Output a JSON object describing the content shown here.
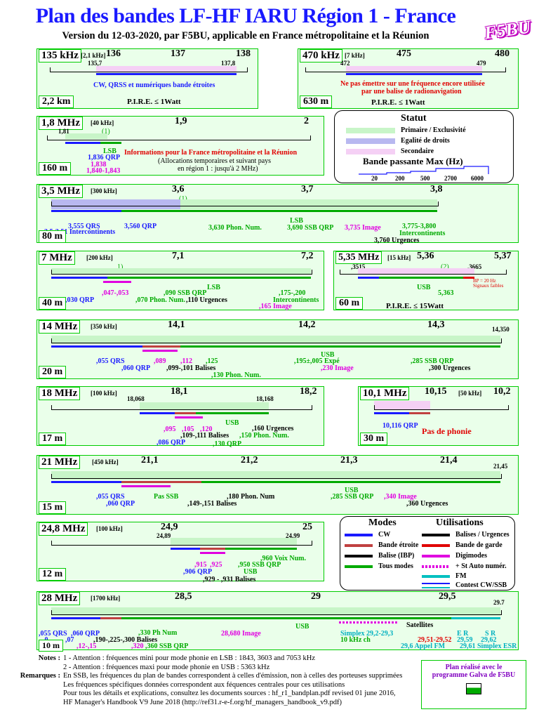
{
  "header": {
    "title": "Plan des bandes LF-HF IARU Région 1 - France",
    "subtitle": "Version du 12-03-2020, par F5BU, applicable en France métropolitaine et la Réunion",
    "logo": "F5BU"
  },
  "bands": {
    "b136": {
      "freq": "135 kHz",
      "span": "[2,1 kHz]",
      "ticks": [
        "136",
        "137",
        "138"
      ],
      "lo": "135,7",
      "hi": "137,8",
      "note": "CW, QRSS et numériques bande étroites",
      "pire": "P.I.R.E. ≤ 1Watt",
      "wl": "2,2 km"
    },
    "b472": {
      "freq": "470 kHz",
      "span": "[7 kHz]",
      "ticks": [
        "475",
        "480"
      ],
      "lo": "472",
      "hi": "479",
      "note1": "Ne pas émettre sur une fréquence encore utilisée",
      "note2": "par une balise de radionavigation",
      "pire": "P.I.R.E. ≤ 1Watt",
      "wl": "630 m"
    },
    "b160": {
      "freq": "1,8 MHz",
      "span": "[40 kHz]",
      "ticks": [
        "1,9",
        "2"
      ],
      "lo": "1,81",
      "mk": "(1)",
      "lsb": "LSB",
      "qrp": "1,836 QRP",
      "x1": "1,838",
      "x2": "1,840-1,843",
      "info1": "Informations pour la France métropolitaine et la Réunion",
      "info2": "(Allocations temporaires et suivant pays",
      "info3": "en région 1 : jusqu'à 2 MHz)",
      "wl": "160 m"
    },
    "b80": {
      "freq": "3,5 MHz",
      "span": "[300 kHz]",
      "ticks": [
        "3,6",
        "3,7",
        "3,8"
      ],
      "mk": "(1)",
      "a1": "3,555 QRS",
      "a2": "3,560 QRP",
      "a3": "3,5-3,51 Intercontinents",
      "a4": "3,630 Phon. Num.",
      "a5": "LSB",
      "a6": "3,690 SSB QRP",
      "a7": "3,735 Image",
      "a8": "3,775-3,800",
      "a9": "Intercontinents",
      "a10": "3,760 Urgences",
      "wl": "80 m"
    },
    "b40": {
      "freq": "7 MHz",
      "span": "[200 kHz]",
      "ticks": [
        "7,1",
        "7,2"
      ],
      "mk": "1)",
      "a1": ",047-,053",
      "a2": ",030 QRP",
      "a3": ",070 Phon. Num.",
      "a4": ",090 SSB QRP",
      "a5": "LSB",
      "a6": ",110 Urgences",
      "a7": ",175-,200",
      "a8": "Intercontinents",
      "a9": ",165 Image",
      "wl": "40 m"
    },
    "b60": {
      "freq": "5,35 MHz",
      "span": "[15 kHz]",
      "ticks": [
        "5,36",
        "5,37"
      ],
      "lo": ",3515",
      "hi": ",3665",
      "mk": "(2)",
      "usb": "USB",
      "a1": "5,363",
      "a2": "BP = 20 Hz",
      "a3": "Signaux faibles",
      "pire": "P.I.R.E. ≤ 15Watt",
      "wl": "60 m"
    },
    "b20": {
      "freq": "14 MHz",
      "span": "[350 kHz]",
      "ticks": [
        "14,1",
        "14,2",
        "14,3"
      ],
      "hi": "14,350",
      "a1": ",055 QRS",
      "a2": ",060 QRP",
      "a3": ",089",
      "a4": ",099-,101 Balises",
      "a5": ",112",
      "a6": ",125",
      "a7": ",130 Phon. Num.",
      "a8": "USB",
      "a9": ",195±,005 Expé",
      "a10": ",230 Image",
      "a11": ",285 SSB QRP",
      "a12": ",300 Urgences",
      "wl": "20 m"
    },
    "b17": {
      "freq": "18 MHz",
      "span": "[100 kHz]",
      "ticks": [
        "18,1",
        "18,2"
      ],
      "lo": "18,068",
      "hi": "18,168",
      "a1": ",095",
      "a2": ",105",
      "a3": ",120",
      "a4": ",109-,111 Balises",
      "a5": "USB",
      "a6": ",086 QRP",
      "a7": ",130 QRP",
      "a8": ",150 Phon. Num.",
      "a9": ",160 Urgences",
      "wl": "17 m"
    },
    "b30": {
      "freq": "10,1 MHz",
      "span": "[50 kHz]",
      "ticks": [
        "10,15",
        "10,2"
      ],
      "a1": "10,116 QRP",
      "a2": "Pas de phonie",
      "wl": "30 m"
    },
    "b15": {
      "freq": "21 MHz",
      "span": "[450 kHz]",
      "ticks": [
        "21,1",
        "21,2",
        "21,3",
        "21,4"
      ],
      "hi": "21,45",
      "a1": ",055 QRS",
      "a2": ",060 QRP",
      "a3": "Pas SSB",
      "a4": ",149-,151 Balises",
      "a5": ",180 Phon. Num",
      "a6": "USB",
      "a7": ",285 SSB QRP",
      "a8": ",340 Image",
      "a9": ",360 Urgences",
      "wl": "15 m"
    },
    "b12": {
      "freq": "24,8 MHz",
      "span": "[100 kHz]",
      "ticks": [
        "24,9",
        "25"
      ],
      "lo": "24,89",
      "hi": "24,99",
      "a1": ",915",
      "a2": ",925",
      "a3": ",906 QRP",
      "a4": ",929 - ,931 Balises",
      "a5": ",950 SSB QRP",
      "a6": ",960 Voix Num.",
      "a7": "USB",
      "wl": "12 m"
    },
    "b10": {
      "freq": "28 MHz",
      "span": "[1700 kHz]",
      "ticks": [
        "28,5",
        "29",
        "29,5"
      ],
      "hi": "29.7",
      "a1": ",055 QRS",
      "a2": ",060 QRP",
      "a3": ",0",
      "a4": ",07",
      "a5": ",12-,15",
      "a6": ",190-,225-,300 Balises",
      "a7": ",320",
      "a8": ",330 Ph Num",
      "a9": ",360 SSB QRP",
      "a10": "28,680 Image",
      "a11": "USB",
      "a12": "Simplex 29,2-29,3",
      "a13": "10 kHz ch",
      "a14": "Satellites",
      "a15": "29,51-29,52",
      "a16": "29,6 Appel FM",
      "a17": "E R",
      "a18": "29,59",
      "a19": "29,61 Simplex ESR",
      "a20": "S R",
      "a21": "29,62",
      "wl": "10 m"
    }
  },
  "statut": {
    "title": "Statut",
    "items": [
      "Primaire / Exclusivité",
      "Egalité de droits",
      "Secondaire"
    ],
    "bp_title": "Bande passante Max (Hz)",
    "bp_vals": [
      "20",
      "200",
      "500",
      "2700",
      "6000"
    ],
    "colors": {
      "primaire": "#c8f5c8",
      "egalite": "#b8b8f0",
      "secondaire": "#f5d0f5"
    }
  },
  "modes": {
    "title1": "Modes",
    "title2": "Utilisations",
    "left": [
      "CW",
      "Bande étroite",
      "Balise (IBP)",
      "Tous modes"
    ],
    "right": [
      "Balises / Urgences",
      "Bande de garde",
      "Digimodes",
      "+ St Auto numér.",
      "FM",
      "Contest CW/SSB"
    ],
    "colors": {
      "cw": "#1a1aff",
      "etroite": "#c04040",
      "balise": "#000000",
      "tous": "#00aa00",
      "urg": "#000000",
      "garde": "#e00000",
      "digi": "#e000e0",
      "fm": "#00c0c0"
    }
  },
  "notes": {
    "k1": "Notes :",
    "n1": "1 - Attention : fréquences mini pour mode phonie en LSB : 1843, 3603 and 7053 kHz",
    "n2": "2 - Attention : fréquences maxi pour mode phonie en USB : 5363 kHz",
    "k2": "Remarques :",
    "r1": "En SSB, les fréquences du plan de bandes correspondent à  celles d'émission, non à celles des porteuses supprimées",
    "r2": "Les fréquences spécifiques données correspondent aux féquences centrales pour ces utilisations",
    "r3": "Pour tous les détails et explications, consultez les documents sources : hf_r1_bandplan.pdf revised 01 june 2016,",
    "r4": "HF Manager's Handbook V9 June 2018 (http://ref31.r-e-f.org/hf_managers_handbook_v9.pdf)"
  },
  "galva": {
    "l1": "Plan réalisé avec le",
    "l2": "programme Galva de F5BU"
  }
}
